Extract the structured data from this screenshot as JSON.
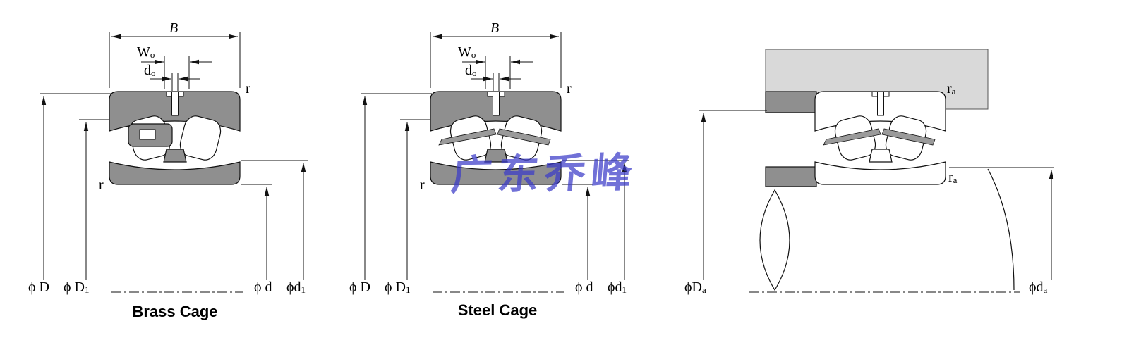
{
  "colors": {
    "line": "#111111",
    "section_fill": "#8f8f8f",
    "housing_fill": "#d9d9d9",
    "watermark": "#3b3bc8"
  },
  "watermark": {
    "text": "广东乔峰"
  },
  "captions": {
    "brass": "Brass Cage",
    "steel": "Steel Cage"
  },
  "labels": {
    "B": "B",
    "Wo": {
      "base": "W",
      "sub": "o"
    },
    "do": {
      "base": "d",
      "sub": "o"
    },
    "r": "r",
    "phiD": {
      "base": "ϕ D"
    },
    "phiD1": {
      "base": "ϕ D",
      "sub": "1"
    },
    "phid": {
      "base": "ϕ d"
    },
    "phid1": {
      "base": "ϕd",
      "sub": "1"
    },
    "ra": {
      "base": "r",
      "sub": "a"
    },
    "phiDa": {
      "base": "ϕD",
      "sub": "a"
    },
    "phida": {
      "base": "ϕd",
      "sub": "a"
    }
  }
}
